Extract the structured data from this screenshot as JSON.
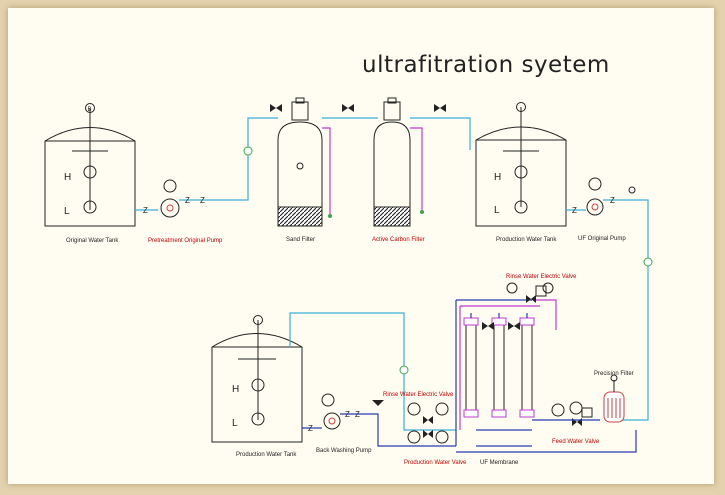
{
  "title": "ultrafitration syetem",
  "levels": {
    "high": "H",
    "low": "L"
  },
  "labels": {
    "original_water_tank": "Original Water Tank",
    "pretreatment_pump": "Pretreatment Original Pump",
    "sand_filter": "Sand Filter",
    "carbon_filter": "Active Carbon Filter",
    "production_tank_top": "Production Water Tank",
    "uf_pump": "UF Original Pump",
    "rinse_valve_top": "Rinse Water Electric Valve",
    "precision_filter": "Precision Filter",
    "production_tank_bottom": "Production Water Tank",
    "back_washing_pump": "Back Washing Pump",
    "rinse_valve_mid": "Rinse Water Electric Valve",
    "production_valve": "Production Water Valve",
    "uf_membrane": "UF Membrane",
    "feed_valve": "Feed Water Valve"
  },
  "colors": {
    "pipe_cyan": "#3ab0d8",
    "pipe_blue": "#2a3cae",
    "pipe_magenta": "#c23ad0",
    "label_red": "#c00000",
    "gauge_green": "#3fa34d"
  }
}
